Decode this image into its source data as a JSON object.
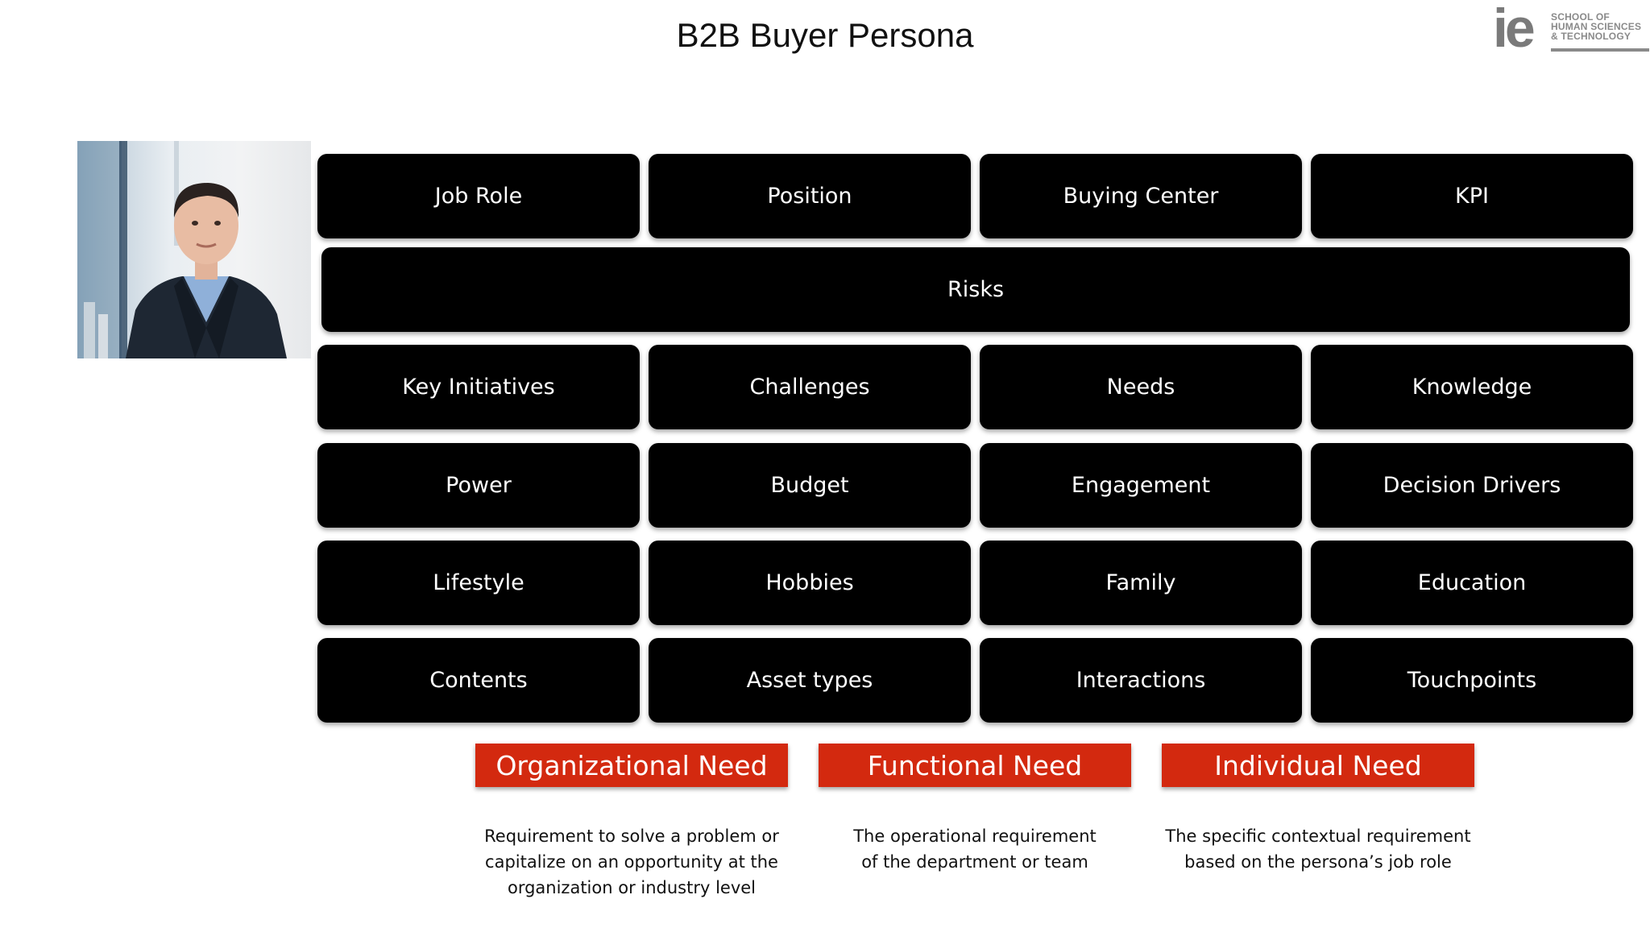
{
  "title": "B2B Buyer Persona",
  "logo": {
    "mark": "ie",
    "lines": [
      "SCHOOL OF",
      "HUMAN SCIENCES",
      "& TECHNOLOGY"
    ]
  },
  "grid": {
    "row1": [
      "Job Role",
      "Position",
      "Buying Center",
      "KPI"
    ],
    "risks": "Risks",
    "row3": [
      "Key Initiatives",
      "Challenges",
      "Needs",
      "Knowledge"
    ],
    "row4": [
      "Power",
      "Budget",
      "Engagement",
      "Decision Drivers"
    ],
    "row5": [
      "Lifestyle",
      "Hobbies",
      "Family",
      "Education"
    ],
    "row6": [
      "Contents",
      "Asset types",
      "Interactions",
      "Touchpoints"
    ]
  },
  "needs": [
    {
      "label": "Organizational Need",
      "desc": [
        "Requirement to solve a problem or",
        "capitalize on an opportunity at the",
        "organization or industry level"
      ]
    },
    {
      "label": "Functional Need",
      "desc": [
        "The operational requirement",
        "of the department or team"
      ]
    },
    {
      "label": "Individual Need",
      "desc": [
        "The specific contextual requirement",
        "based on the persona’s job role"
      ]
    }
  ],
  "colors": {
    "box": "#000000",
    "box_text": "#ffffff",
    "need_red": "#d3290f",
    "logo_gray": "#7a7a7a"
  }
}
